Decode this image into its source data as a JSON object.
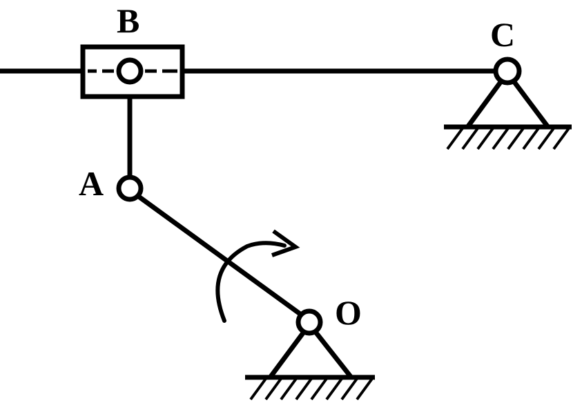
{
  "labels": {
    "b": "B",
    "c": "C",
    "a": "A",
    "o": "O"
  },
  "colors": {
    "stroke": "#000000",
    "background": "#ffffff"
  },
  "icons": {
    "rotation": "clockwise-rotation-arrow-icon",
    "ground": "fixed-ground-hatch-icon",
    "pin": "pin-joint-icon"
  }
}
